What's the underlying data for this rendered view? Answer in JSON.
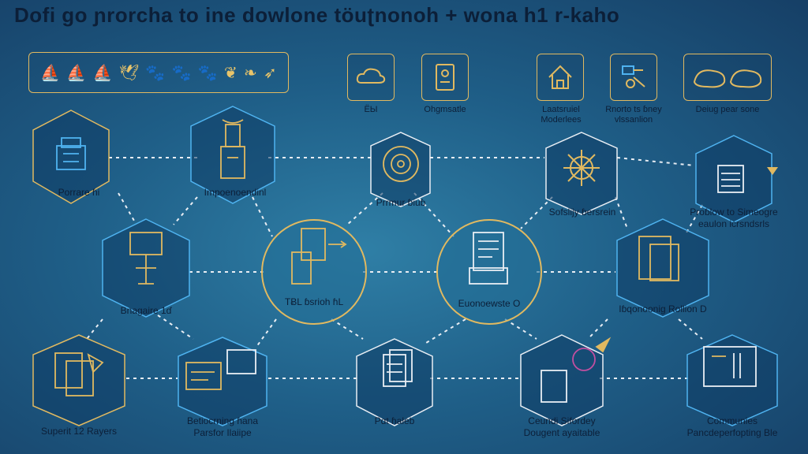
{
  "title": "Dofi go ɲrorcha to ine dowlone töuʈnonoh +  wona h1 r-kaho",
  "accent_color": "#e1b960",
  "line_color": "#e9eef4",
  "icon_strip": [
    "boat-icon",
    "boat-icon",
    "boat-icon",
    "bird-icon",
    "animal-icon",
    "animal-icon",
    "animal-icon",
    "leaf-icon",
    "bird-icon",
    "bird-icon"
  ],
  "top_tiles": [
    {
      "icon": "cloud-icon",
      "label": "ЁЫ"
    },
    {
      "icon": "person-card-icon",
      "label": "Ohgmsatle"
    },
    {
      "icon": "house-icon",
      "label": "Laatsruiel\nModerlees"
    },
    {
      "icon": "tree-icon",
      "label": "Rnorto ts ɓney\nvlssanlion"
    },
    {
      "icon": "hands-icon",
      "label": "Deiug pear sone"
    }
  ],
  "nodes": [
    {
      "label": "Porrare ɦi",
      "icon": "building-icon"
    },
    {
      "label": "Impoenoendinl",
      "icon": "tower-icon"
    },
    {
      "label": "Prrmur ɓiuɓ",
      "icon": "circuit-icon"
    },
    {
      "label": "Sofslijy ɓersrein",
      "icon": "gear-icon"
    },
    {
      "label": "Proɓlow to Simeogre\neaulon icrsndsrls",
      "icon": "server-icon"
    },
    {
      "label": "Bnagaire 1ɗ",
      "icon": "easel-icon"
    },
    {
      "label": "TɃL ɓsrioh ɦL",
      "icon": "documents-icon"
    },
    {
      "label": "Euonoewste O",
      "icon": "report-icon"
    },
    {
      "label": "Iɓqonoonig Rollion D",
      "icon": "frame-icon"
    },
    {
      "label": "Superit 12 Rayers",
      "icon": "cards-icon"
    },
    {
      "label": "Betiocrning ɦana\nParsfor Ilaiipe",
      "icon": "monitor-icon"
    },
    {
      "label": "Pɑt ɦaleb",
      "icon": "pages-icon"
    },
    {
      "label": "Ceundi Sifordey\nDougent ayaitable",
      "icon": "target-icon"
    },
    {
      "label": "Communies\nPancdeperfopting Ble",
      "icon": "tablet-icon"
    }
  ]
}
